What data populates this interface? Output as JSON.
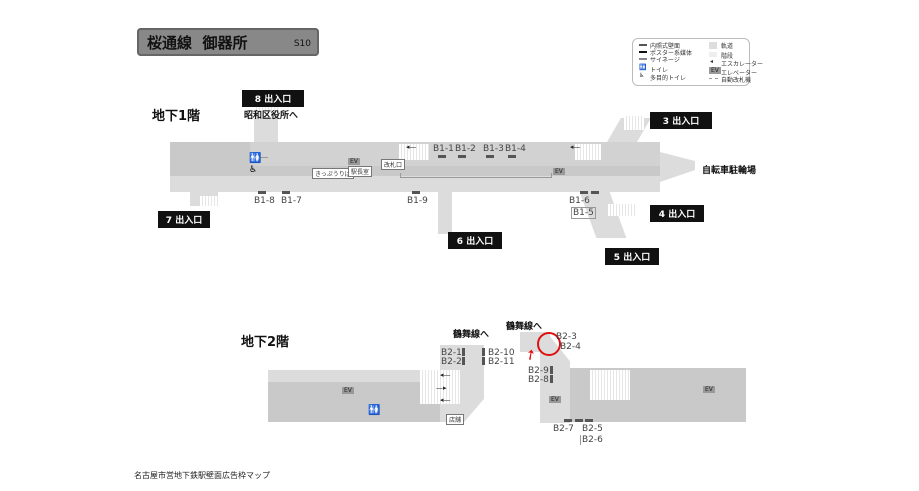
{
  "header": {
    "line": "桜通線",
    "station": "御器所",
    "code": "S10"
  },
  "legend": {
    "items": [
      "内照式壁面",
      "ポスター系媒体",
      "サイネージ",
      "トイレ",
      "多目的トイレ",
      "軌道",
      "階段",
      "エスカレーター",
      "エレベーター",
      "自動改札機"
    ],
    "ev": "EV"
  },
  "b1": {
    "title": "地下1階",
    "exits": [
      "8 出入口",
      "3 出入口",
      "7 出入口",
      "6 出入口",
      "4 出入口",
      "5 出入口"
    ],
    "notes": {
      "ward": "昭和区役所へ",
      "bike": "自転車駐輪場"
    },
    "rooms": {
      "ticket": "きっぷうりば",
      "office": "駅長室",
      "gate": "改札口",
      "ev": "EV"
    },
    "ads": [
      "B1-1",
      "B1-2",
      "B1-3",
      "B1-4",
      "B1-5",
      "B1-6",
      "B1-7",
      "B1-8",
      "B1-9"
    ]
  },
  "b2": {
    "title": "地下2階",
    "to_tsurumai": "鶴舞線へ",
    "shop": "店舗",
    "ev": "EV",
    "ads": [
      "B2-1",
      "B2-2",
      "B2-3",
      "B2-4",
      "B2-5",
      "B2-6",
      "B2-7",
      "B2-8",
      "B2-9",
      "B2-10",
      "B2-11"
    ]
  },
  "footer": "名古屋市営地下鉄駅壁面広告枠マップ"
}
